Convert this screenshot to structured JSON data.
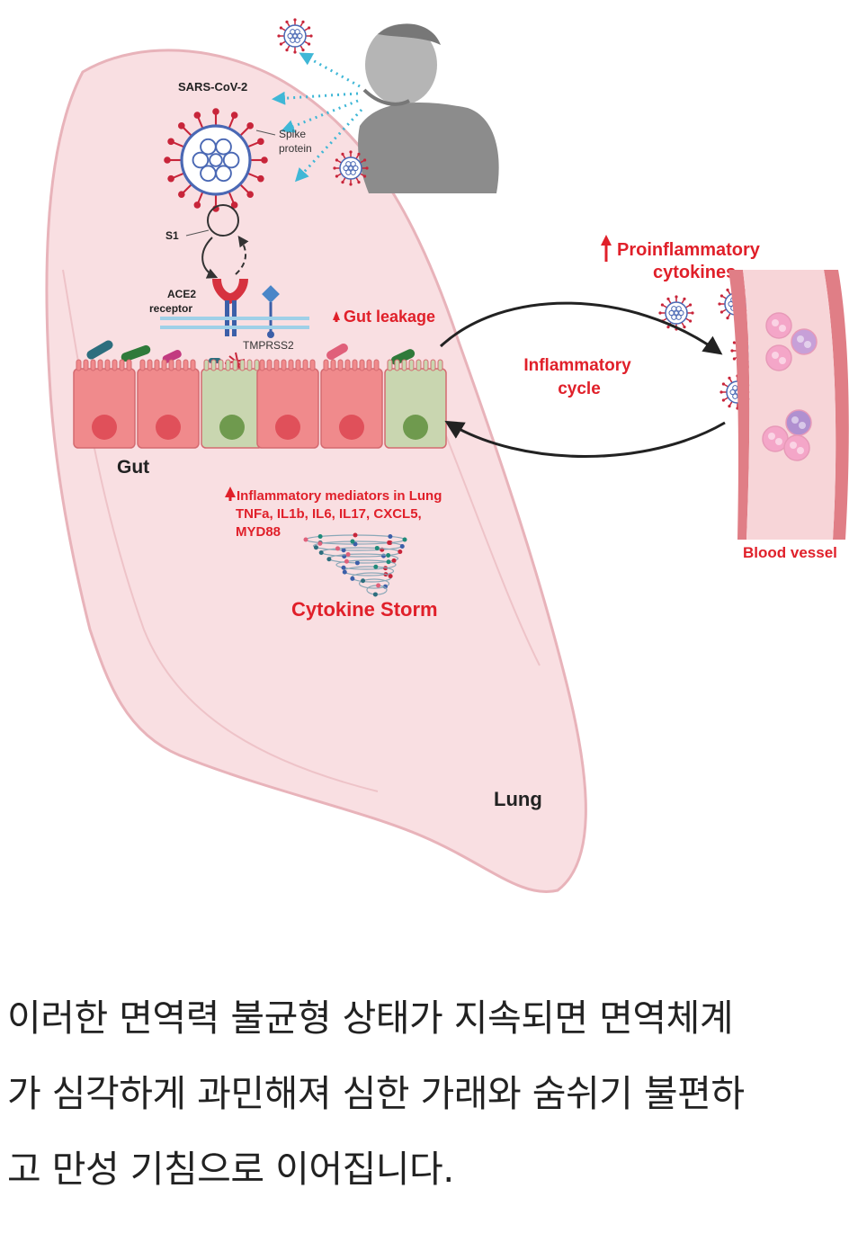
{
  "diagram": {
    "labels": {
      "sars_cov2": "SARS-CoV-2",
      "spike_protein_line1": "Spike",
      "spike_protein_line2": "protein",
      "s1": "S1",
      "ace2_line1": "ACE2",
      "ace2_line2": "receptor",
      "tmprss2": "TMPRSS2",
      "gut_leakage": "Gut leakage",
      "gut": "Gut",
      "proinflammatory_line1": "Proinflammatory",
      "proinflammatory_line2": "cytokines",
      "inflammatory_cycle_line1": "Inflammatory",
      "inflammatory_cycle_line2": "cycle",
      "mediators_title": "Inflammatory mediators in Lung",
      "mediators_list_line1": "TNFa, IL1b, IL6, IL17, CXCL5,",
      "mediators_list_line2": "MYD88",
      "cytokine_storm": "Cytokine Storm",
      "blood_vessel": "Blood vessel",
      "lung": "Lung"
    },
    "colors": {
      "lung_fill": "#f9dfe2",
      "lung_edge": "#e8b3ba",
      "label_red": "#e0202a",
      "virus_spike": "#c8253a",
      "virus_body": "#4a68b4",
      "cell_red": "#f08a8c",
      "cell_green": "#c9d6b0",
      "vessel_wall": "#e07e86"
    }
  },
  "caption": {
    "line1": "이러한 면역력 불균형 상태가 지속되면 면역체계",
    "line2": "가 심각하게 과민해져 심한 가래와 숨쉬기 불편하",
    "line3": "고 만성 기침으로 이어집니다."
  }
}
